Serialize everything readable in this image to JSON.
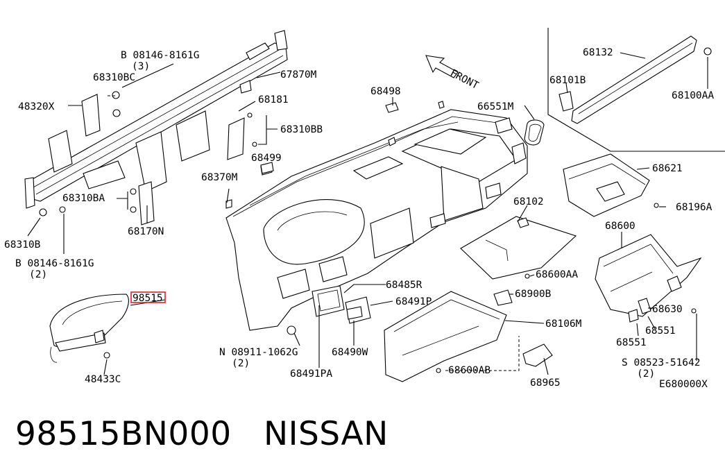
{
  "diagram": {
    "front_label": "FRONT",
    "highlight_color": "#e0202c",
    "labels": {
      "p08146_top": "B 08146-8161G",
      "p08146_top_qty": "(3)",
      "p68310bc": "68310BC",
      "p48320x": "48320X",
      "p67870m": "67870M",
      "p68181": "68181",
      "p68310bb": "68310BB",
      "p68499": "68499",
      "p68370m": "68370M",
      "p68310ba": "68310BA",
      "p68170n": "68170N",
      "p68310b": "68310B",
      "p08146_bot": "B 08146-8161G",
      "p08146_bot_qty": "(2)",
      "p98515": "98515",
      "p48433c": "48433C",
      "p68498": "68498",
      "p66551m": "66551M",
      "p68132": "68132",
      "p68101b": "68101B",
      "p68100aa": "68100AA",
      "p68621": "68621",
      "p68102": "68102",
      "p68196a": "68196A",
      "p68600": "68600",
      "p68600aa": "68600AA",
      "p68485r": "68485R",
      "p68491p": "68491P",
      "p68900b": "68900B",
      "p68630": "68630",
      "p68106m": "68106M",
      "p68551a": "68551",
      "p68551b": "68551",
      "p08911": "N 08911-1062G",
      "p08911_qty": "(2)",
      "p68490w": "68490W",
      "p68491pa": "68491PA",
      "p68600ab": "68600AB",
      "p68965": "68965",
      "p08523": "S 08523-51642",
      "p08523_qty": "(2)",
      "p_e680000x": "E680000X"
    }
  },
  "footer": {
    "part_number": "98515BN000",
    "brand": "NISSAN"
  }
}
